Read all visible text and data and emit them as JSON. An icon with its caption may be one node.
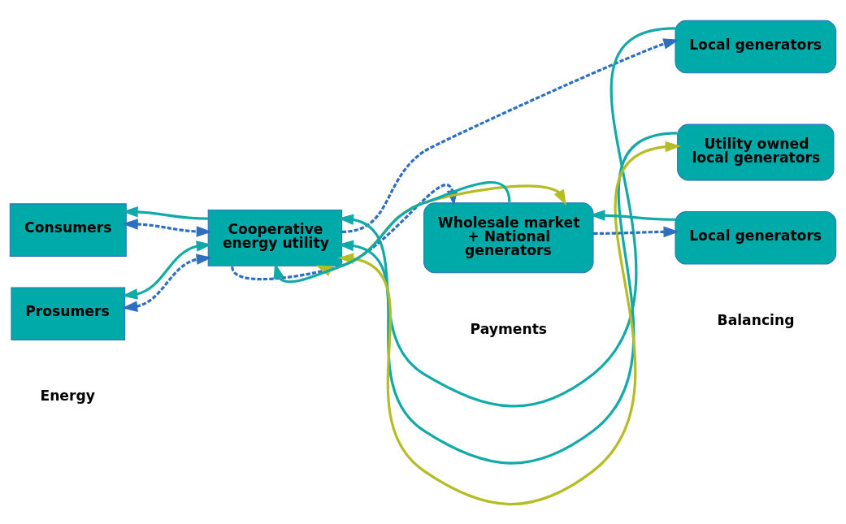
{
  "diagram": {
    "nodes": [
      {
        "text": [
          "Consumers"
        ]
      },
      {
        "text": [
          "Cooperative energy utility"
        ]
      },
      {
        "text": [
          "Local generators"
        ]
      },
      {
        "text": [
          "Prosumers"
        ]
      },
      {
        "text": [
          "Utility owned local generators"
        ]
      },
      {
        "text": [
          "Wholesale market + National generators"
        ]
      },
      {
        "text": [
          "Local generators"
        ]
      }
    ],
    "edges": [
      {
        "from": 1,
        "to": 0,
        "arrow": "to"
      },
      {
        "from": 0,
        "to": 1,
        "arrow": "both",
        "style": "dashed",
        "color": "#2e6fbf"
      },
      {
        "from": 2,
        "to": 1,
        "arrow": "to"
      },
      {
        "from": 1,
        "to": 2,
        "arrow": "to",
        "style": "dashed",
        "color": "#2e6fbf"
      },
      {
        "from": 3,
        "to": 1,
        "arrow": "both"
      },
      {
        "from": 3,
        "to": 1,
        "arrow": "both",
        "style": "dashed",
        "color": "#2e6fbf"
      },
      {
        "from": 4,
        "to": 1,
        "arrow": "to"
      },
      {
        "from": 4,
        "to": 1,
        "arrow": "both",
        "color": "#b5bd25"
      },
      {
        "from": 1,
        "to": 5,
        "arrow": "to",
        "style": "dashed",
        "color": "#2e6fbf"
      },
      {
        "from": 5,
        "to": 1,
        "arrow": "to"
      },
      {
        "from": 1,
        "to": 5,
        "arrow": "both",
        "color": "#b5bd25"
      },
      {
        "from": 6,
        "to": 5,
        "arrow": "to"
      },
      {
        "from": 5,
        "to": 6,
        "arrow": "to",
        "style": "dashed",
        "color": "#2e6fbf"
      }
    ],
    "legend": [
      {
        "text": "Energy"
      },
      {
        "text": "Payments"
      },
      {
        "text": "Balancing"
      }
    ]
  }
}
